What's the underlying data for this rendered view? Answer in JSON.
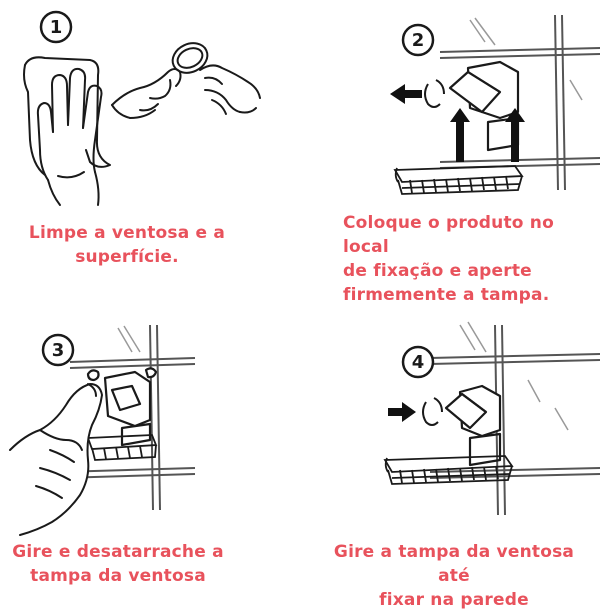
{
  "colors": {
    "caption": "#e8525c",
    "line": "#1a1a1a",
    "tile": "#555555"
  },
  "steps": [
    {
      "number": "1",
      "caption": [
        "Limpe a ventosa e a",
        "superfície."
      ]
    },
    {
      "number": "2",
      "caption": [
        "Coloque o produto no local",
        "de fixação e aperte",
        "firmemente a tampa."
      ]
    },
    {
      "number": "3",
      "caption": [
        "Gire e desatarrache a",
        "tampa da ventosa"
      ]
    },
    {
      "number": "4",
      "caption": [
        "Gire a tampa da ventosa até",
        "fixar na parede"
      ]
    }
  ],
  "icons": [
    "hand-wiping-icon",
    "hands-holding-suction-cup-icon",
    "suction-cup-holder-icon",
    "arrow-left-icon",
    "arrow-up-icon",
    "rotate-icon",
    "finger-pressing-icon",
    "arrow-right-icon",
    "basket-shelf-icon"
  ]
}
